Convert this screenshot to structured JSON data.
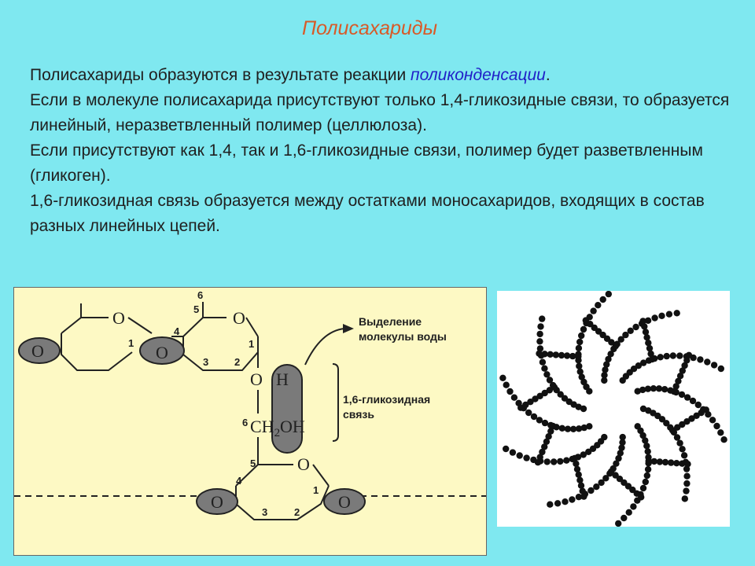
{
  "slide": {
    "title": "Полисахариды",
    "paragraphs": [
      {
        "before": "Полисахариды образуются в результате реакции ",
        "accent": "поликонденсации",
        "after": "."
      },
      {
        "text": "Если в молекуле полисахарида присутствуют только 1,4-гликозидные связи, то образуется линейный, неразветвленный полимер (целлюлоза)."
      },
      {
        "text": "Если присутствуют как 1,4, так и 1,6-гликозидные связи, полимер будет разветвленным (гликоген)."
      },
      {
        "text": "1,6-гликозидная связь образуется между остатками моносахаридов, входящих в состав разных линейных цепей."
      }
    ],
    "accent_color": "#2020c8",
    "title_color": "#d85a28"
  },
  "diagram": {
    "ring_o": "O",
    "carbon_numbers": {
      "c1": "1",
      "c2": "2",
      "c3": "3",
      "c4": "4",
      "c5": "5",
      "c6": "6"
    },
    "oh_label": "OH",
    "h_label": "H",
    "o_label": "O",
    "ch2_label": "CH",
    "ch2_sub": "2",
    "water_note": [
      "Выделение",
      "молекулы воды"
    ],
    "bond_note": [
      "1,6-гликозидная",
      "связь"
    ]
  }
}
